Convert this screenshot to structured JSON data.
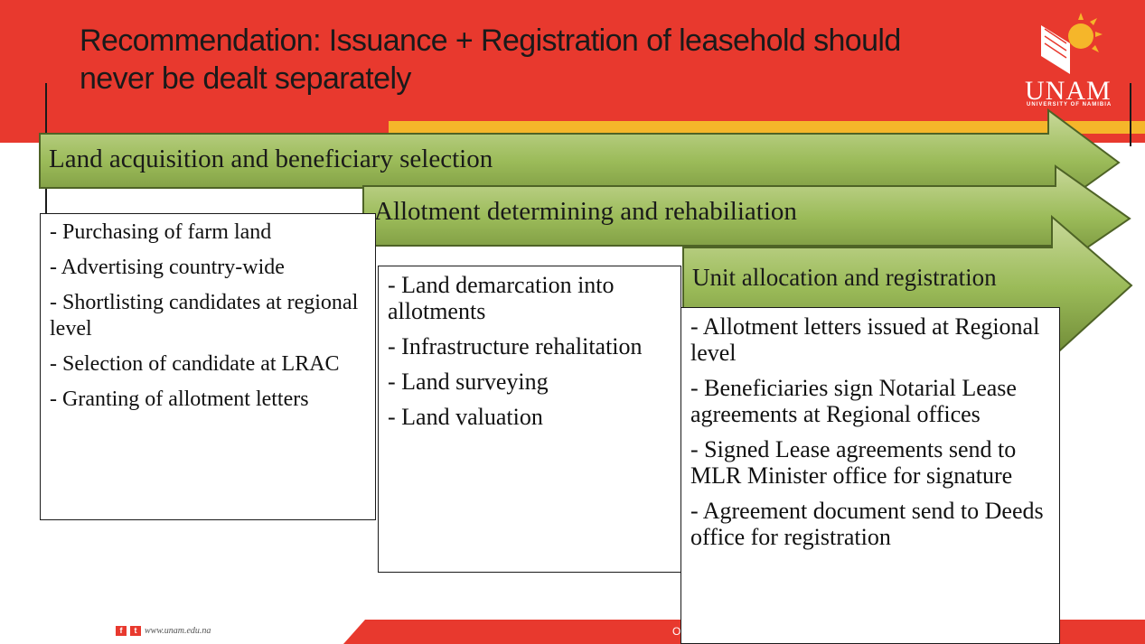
{
  "slide": {
    "title_line1": "Recommendation: Issuance + Registration of leasehold should",
    "title_line2": "never be dealt separately"
  },
  "logo": {
    "text": "UNAM",
    "subtext": "UNIVERSITY OF NAMIBIA"
  },
  "stages": [
    {
      "title": "Land acquisition and beneficiary selection",
      "items": [
        "- Purchasing of farm land",
        "- Advertising country-wide",
        "- Shortlisting candidates at regional level",
        "- Selection of candidate at LRAC",
        "- Granting of allotment letters"
      ]
    },
    {
      "title": "Allotment determining and rehabiliation",
      "items": [
        "- Land demarcation into allotments",
        "- Infrastructure rehalitation",
        "- Land surveying",
        "- Land valuation"
      ]
    },
    {
      "title": "Unit allocation and registration",
      "items": [
        "- Allotment letters issued at Regional level",
        "- Beneficiaries  sign Notarial Lease agreements at Regional offices",
        "- Signed Lease agreements send to MLR Minister office for signature",
        "- Agreement document send to Deeds office for registration"
      ]
    }
  ],
  "footer": {
    "website": "www.unam.edu.na",
    "mark": "O"
  },
  "colors": {
    "brand_red": "#e8392e",
    "gold": "#f5b62a",
    "arrow_green": "#9bbb59",
    "arrow_green_dark": "#6f8a36"
  }
}
